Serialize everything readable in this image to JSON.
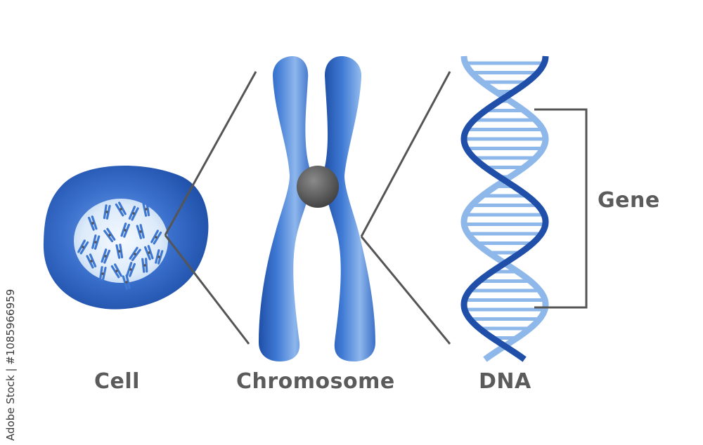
{
  "labels": {
    "cell": "Cell",
    "chromosome": "Chromosome",
    "dna": "DNA",
    "gene": "Gene"
  },
  "stock_id": "Adobe Stock | #1085966959",
  "colors": {
    "dark_blue": "#1f4fa8",
    "mid_blue": "#3f78d2",
    "light_blue": "#8fb8ea",
    "pale_blue": "#c4dcf4",
    "centromere": "#555555",
    "line_gray": "#555555",
    "text_gray": "#5b5b5b"
  }
}
